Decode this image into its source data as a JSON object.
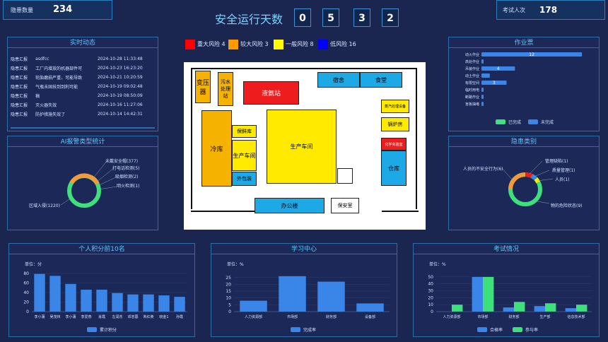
{
  "header": {
    "hazard_count_label": "隐患数量",
    "hazard_count_value": "234",
    "title": "安全运行天数",
    "days_digits": [
      "0",
      "5",
      "3",
      "2"
    ],
    "exam_label": "考试人次",
    "exam_value": "178"
  },
  "legend": [
    {
      "label": "重大风险 4",
      "color": "#ff0000"
    },
    {
      "label": "较大风险 3",
      "color": "#ff9900"
    },
    {
      "label": "一般风险 8",
      "color": "#ffff00"
    },
    {
      "label": "低风险 16",
      "color": "#0000ff"
    }
  ],
  "feed": {
    "title": "实时动态",
    "rows": [
      {
        "type": "隐患汇报",
        "desc": "asdfcc",
        "time": "2024-10-28 11:33:48"
      },
      {
        "type": "隐患汇报",
        "desc": "工厂内增放的机器部件可",
        "time": "2024-10-23 16:23:20"
      },
      {
        "type": "隐患汇报",
        "desc": "轮胎磨损严重，可能导致",
        "time": "2024-10-21 10:20:59"
      },
      {
        "type": "隐患汇报",
        "desc": "气瓶未固技到到利可能",
        "time": "2024-10-19 09:02:48"
      },
      {
        "type": "隐患汇报",
        "desc": "稿",
        "time": "2024-10-19 08:50:09"
      },
      {
        "type": "隐患汇报",
        "desc": "灭火器失效",
        "time": "2024-10-16 11:27:06"
      },
      {
        "type": "隐患汇报",
        "desc": "防护措施失效了",
        "time": "2024-10-14 14:42:31"
      }
    ]
  },
  "ai_alarm": {
    "title": "AI报警类型统计",
    "labels": [
      "未戴安全帽(377)",
      "打电话检测(5)",
      "吸烟检测(2)",
      "明火检测(1)",
      "区域入侵(1220)"
    ]
  },
  "map": {
    "buildings": {
      "transformer": "变压器",
      "sewage": "污水处理站",
      "ammonia": "液氨站",
      "dorm": "宿舍",
      "canteen": "食堂",
      "steam": "蒸汽处理设备",
      "boiler": "锅炉房",
      "cold": "冷库",
      "keep_fresh": "保鲜库",
      "workshop_small": "生产车间",
      "outer_pack": "外包装",
      "workshop_big": "生产车间",
      "lab": "化学实验室",
      "warehouse": "仓库",
      "office": "办公楼",
      "security": "保安室"
    }
  },
  "work_tickets": {
    "title": "作业票",
    "categories": [
      "动火作业",
      "高处作业",
      "吊装作业",
      "动土作业",
      "有限空间",
      "临时用电",
      "断路作业",
      "盲板抽堵"
    ],
    "values": [
      12,
      0,
      4,
      1,
      3,
      0,
      0,
      0
    ],
    "label_values": [
      "12",
      "",
      "4",
      "",
      "3",
      "",
      "",
      ""
    ],
    "legend": [
      "已完成",
      "未完成"
    ]
  },
  "hazard_types": {
    "title": "隐患类别",
    "labels": [
      "管理缺陷(1)",
      "质量管理(1)",
      "人员的不安全行为(6)",
      "人员(1)",
      "物的危险状态(9)"
    ]
  },
  "points": {
    "title": "个人积分前10名",
    "unit": "单位：分",
    "legend": "累计积分",
    "chart_data": {
      "type": "bar",
      "categories": [
        "李小蒲",
        "吴茂林",
        "李小蒲",
        "李爱燕",
        "肖霞",
        "左润杰",
        "邓忠蓉",
        "朱红英",
        "晓金1",
        "孙霞"
      ],
      "values": [
        79,
        75,
        58,
        46,
        46,
        39,
        36,
        36,
        34,
        31
      ],
      "yticks": [
        "0",
        "20",
        "40",
        "60",
        "80"
      ],
      "ylim": [
        0,
        80
      ]
    }
  },
  "study": {
    "title": "学习中心",
    "unit": "单位：%",
    "legend": "完成率",
    "chart_data": {
      "type": "bar",
      "categories": [
        "人力资源部",
        "市场部",
        "财务部",
        "设备部"
      ],
      "values": [
        8,
        26,
        22,
        6
      ],
      "yticks": [
        "0",
        "5",
        "10",
        "15",
        "20",
        "25"
      ],
      "ylim": [
        0,
        28
      ]
    }
  },
  "exam": {
    "title": "考试情况",
    "unit": "单位：%",
    "legend": [
      "合格率",
      "参与率"
    ],
    "chart_data": {
      "type": "bar",
      "categories": [
        "人力资源部",
        "市场部",
        "财务部",
        "生产部",
        "信息技术部"
      ],
      "series": [
        {
          "name": "合格率",
          "values": [
            0,
            50,
            6,
            8,
            5
          ],
          "color": "#3a86e8"
        },
        {
          "name": "参与率",
          "values": [
            10,
            50,
            14,
            12,
            10
          ],
          "color": "#3de07a"
        }
      ],
      "yticks": [
        "0",
        "10",
        "20",
        "30",
        "40",
        "50"
      ],
      "ylim": [
        0,
        55
      ]
    }
  }
}
